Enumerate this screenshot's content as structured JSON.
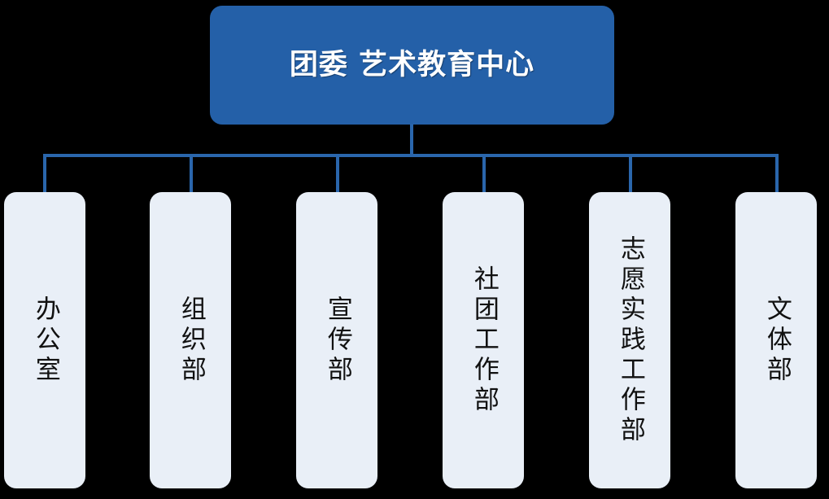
{
  "diagram": {
    "type": "organization-chart",
    "orientation": "top-down",
    "colors": {
      "background": "#000000",
      "root_fill": "#2460A8",
      "root_text": "#FFFFFF",
      "child_fill": "#E9EFF7",
      "child_text": "#111111",
      "connector": "#2A66AC"
    },
    "root": {
      "label": "团委 艺术教育中心"
    },
    "children": [
      {
        "label": "办公室"
      },
      {
        "label": "组织部"
      },
      {
        "label": "宣传部"
      },
      {
        "label": "社团工作部"
      },
      {
        "label": "志愿实践工作部"
      },
      {
        "label": "文体部"
      }
    ]
  }
}
